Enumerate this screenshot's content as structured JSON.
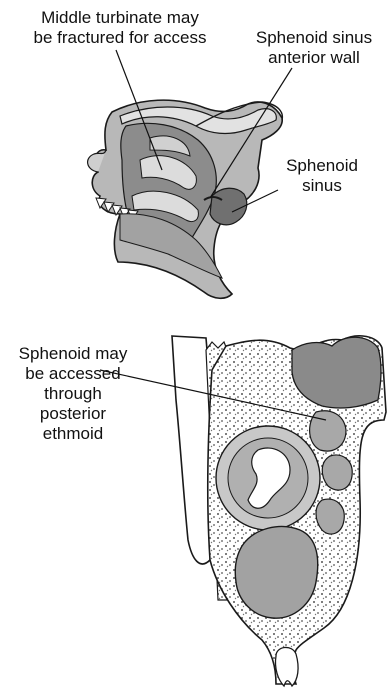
{
  "labels": {
    "middle_turbinate": [
      "Middle turbinate may",
      "be fractured for access"
    ],
    "sphenoid_anterior_wall": [
      "Sphenoid sinus",
      "anterior wall"
    ],
    "sphenoid_sinus": [
      "Sphenoid",
      "sinus"
    ],
    "posterior_ethmoid": [
      "Sphenoid may",
      "be accessed",
      "through",
      "posterior",
      "ethmoid"
    ]
  },
  "colors": {
    "bone_dark": "#8a8a8a",
    "bone_mid": "#b4b4b4",
    "bone_light": "#d6d6d6",
    "outline": "#1a1a1a",
    "paper": "#ffffff"
  }
}
